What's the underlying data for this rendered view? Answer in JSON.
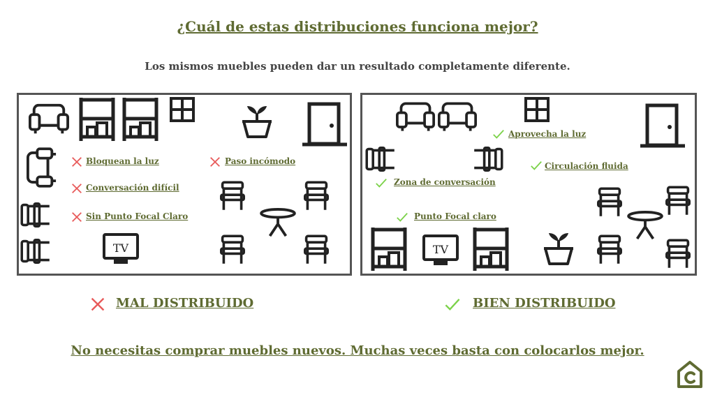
{
  "title": "¿Cuál de estas distribuciones funciona mejor?",
  "subtitle": "Los mismos muebles pueden dar un resultado completamente diferente.",
  "footer": "No necesitas comprar muebles nuevos.  Muchas veces basta con colocarlos mejor.",
  "colors": {
    "text": "#5f6b32",
    "bad": "#e85a5a",
    "good": "#7cd24a",
    "line": "#222222"
  },
  "bad_layout": {
    "verdict": "MAL DISTRIBUIDO",
    "notes": [
      "Bloquean la luz",
      "Paso incómodo",
      "Conversación difícil",
      "Sin Punto Focal Claro"
    ],
    "tv_label": "TV"
  },
  "good_layout": {
    "verdict": "BIEN DISTRIBUIDO",
    "notes": [
      "Aprovecha la luz",
      "Circulación fluida",
      "Zona de conversación",
      "Punto Focal claro"
    ],
    "tv_label": "TV"
  },
  "icons": [
    "sofa-icon",
    "armchair-icon",
    "bookshelf-icon",
    "window-icon",
    "door-icon",
    "plant-icon",
    "tv-icon",
    "chair-icon",
    "round-table-icon",
    "cross-mark-icon",
    "check-mark-icon",
    "house-c-logo-icon"
  ]
}
